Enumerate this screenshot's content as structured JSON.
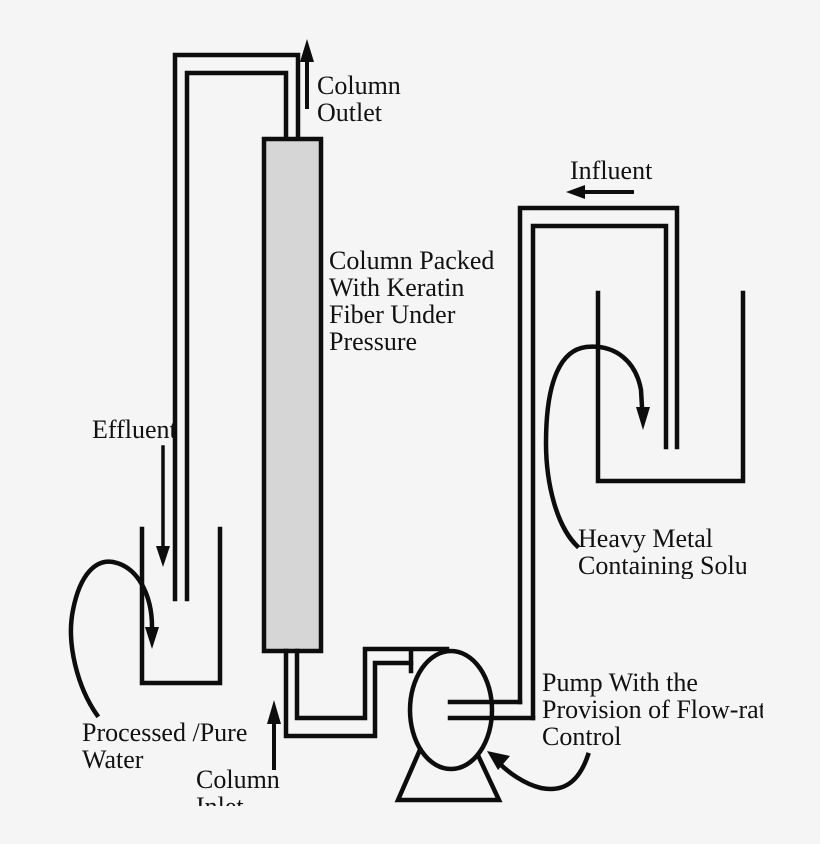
{
  "figure": {
    "title_semantic": "keratin-fiber-column-adsorption-setup-diagram",
    "colors": {
      "background": "#f5f5f5",
      "ink": "#0d0d0d",
      "column_fill": "#d6d6d6"
    },
    "labels": {
      "column_outlet": {
        "lines": [
          "Column",
          "Outlet"
        ]
      },
      "influent": {
        "lines": [
          "Influent"
        ]
      },
      "column_packed": {
        "lines": [
          "Column Packed",
          "With Keratin",
          "Fiber Under",
          "Pressure"
        ]
      },
      "effluent": {
        "lines": [
          "Effluent"
        ]
      },
      "heavy_metal": {
        "lines": [
          "Heavy Metal",
          "Containing Solution"
        ]
      },
      "processed_water": {
        "lines": [
          "Processed /Pure",
          "Water"
        ]
      },
      "column_inlet": {
        "lines": [
          "Column",
          "Inlet"
        ]
      },
      "pump": {
        "lines": [
          "Pump With the",
          "Provision of Flow-rate",
          "Control"
        ]
      }
    },
    "parts": [
      "packed-column",
      "effluent-pipe",
      "influent-pipe",
      "column-inlet-pipe",
      "pump-body",
      "pump-base",
      "processed-water-beaker",
      "heavy-metal-beaker"
    ]
  }
}
